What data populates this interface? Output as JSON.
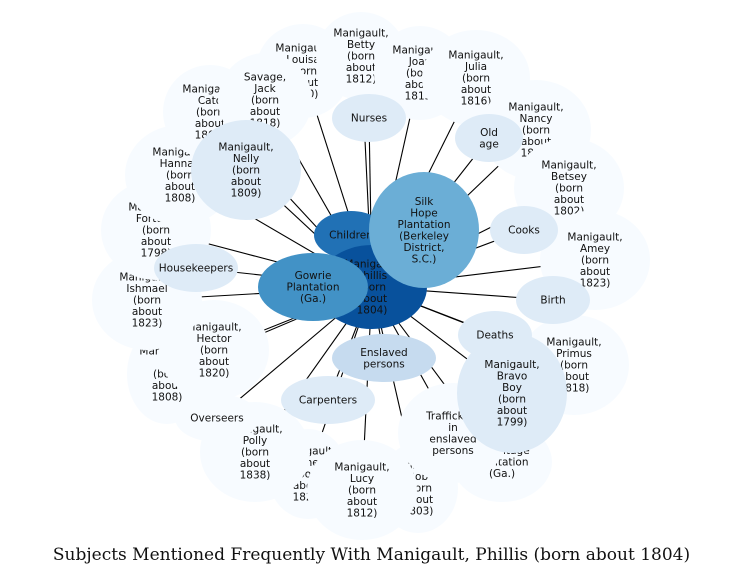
{
  "title": "Subjects Mentioned Frequently With Manigault, Phillis (born about 1804)",
  "colors": {
    "background": "#ffffff",
    "edge": "#000000",
    "outer": "#f7fbff",
    "light": "#deebf7",
    "mid": "#c6dbef",
    "strong": "#6baed6",
    "deep": "#4292c6",
    "focus": "#08519c"
  },
  "center": {
    "label": [
      "Manigault,",
      "Phillis",
      "(born",
      "about",
      "1804)"
    ]
  },
  "nodes": [
    {
      "id": "betty",
      "label": [
        "Manigault,",
        "Betty",
        "(born",
        "about",
        "1812)"
      ]
    },
    {
      "id": "louisa",
      "label": [
        "Manigault,",
        "Louisa",
        "(born",
        "about",
        "1810)"
      ]
    },
    {
      "id": "joan",
      "label": [
        "Manigault,",
        "Joan",
        "(born",
        "about",
        "1813)"
      ]
    },
    {
      "id": "julia",
      "label": [
        "Manigault,",
        "Julia",
        "(born",
        "about",
        "1816)"
      ]
    },
    {
      "id": "cato",
      "label": [
        "Manigault,",
        "Cato",
        "(born",
        "about",
        "1807)"
      ]
    },
    {
      "id": "jack",
      "label": [
        "Savage,",
        "Jack",
        "(born",
        "about",
        "1818)"
      ]
    },
    {
      "id": "nurses",
      "label": [
        "Nurses"
      ]
    },
    {
      "id": "nancy",
      "label": [
        "Manigault,",
        "Nancy",
        "(born",
        "about",
        "1817)"
      ]
    },
    {
      "id": "oldage",
      "label": [
        "Old",
        "age"
      ]
    },
    {
      "id": "hannah",
      "label": [
        "Manigault,",
        "Hannah",
        "(born",
        "about",
        "1808)"
      ]
    },
    {
      "id": "nelly",
      "label": [
        "Manigault,",
        "Nelly",
        "(born",
        "about",
        "1809)"
      ]
    },
    {
      "id": "betsey",
      "label": [
        "Manigault,",
        "Betsey",
        "(born",
        "about",
        "1802)"
      ]
    },
    {
      "id": "silkhope",
      "label": [
        "Silk",
        "Hope",
        "Plantation",
        "(Berkeley",
        "District,",
        "S.C.)"
      ]
    },
    {
      "id": "fortune",
      "label": [
        "Manigault,",
        "Fortune",
        "(born",
        "about",
        "1798)"
      ]
    },
    {
      "id": "children",
      "label": [
        "Children"
      ]
    },
    {
      "id": "cooks",
      "label": [
        "Cooks"
      ]
    },
    {
      "id": "amey",
      "label": [
        "Manigault,",
        "Amey",
        "(born",
        "about",
        "1823)"
      ]
    },
    {
      "id": "gowrie",
      "label": [
        "Gowrie",
        "Plantation",
        "(Ga.)"
      ]
    },
    {
      "id": "housekeepers",
      "label": [
        "Housekeepers"
      ]
    },
    {
      "id": "ishmael",
      "label": [
        "Manigault,",
        "Ishmael",
        "(born",
        "about",
        "1823)"
      ]
    },
    {
      "id": "birth",
      "label": [
        "Birth"
      ]
    },
    {
      "id": "hector",
      "label": [
        "Manigault,",
        "Hector",
        "(born",
        "about",
        "1820)"
      ]
    },
    {
      "id": "deaths",
      "label": [
        "Deaths"
      ]
    },
    {
      "id": "enslaved",
      "label": [
        "Enslaved",
        "persons"
      ]
    },
    {
      "id": "primus",
      "label": [
        "Manigault,",
        "Primus",
        "(born",
        "about",
        "1818)"
      ]
    },
    {
      "id": "b1808",
      "label": [
        "Manigault,",
        "B",
        "(born",
        "about",
        "1808)"
      ]
    },
    {
      "id": "bravoboy",
      "label": [
        "Manigault,",
        "Bravo",
        "Boy",
        "(born",
        "about",
        "1799)"
      ]
    },
    {
      "id": "carpenters",
      "label": [
        "Carpenters"
      ]
    },
    {
      "id": "overseers",
      "label": [
        "Overseers"
      ]
    },
    {
      "id": "trafficking",
      "label": [
        "Trafficking",
        "in",
        "enslaved",
        "persons"
      ]
    },
    {
      "id": "polly",
      "label": [
        "Manigault,",
        "Polly",
        "(born",
        "about",
        "1838)"
      ]
    },
    {
      "id": "hermitage",
      "label": [
        "Hermitage",
        "Plantation",
        "(Ga.)"
      ]
    },
    {
      "id": "lucy",
      "label": [
        "Manigault,",
        "Lucy",
        "(born",
        "about",
        "1812)"
      ]
    },
    {
      "id": "bob",
      "label": [
        "Manigault,",
        "Bob",
        "(born",
        "about",
        "1803)"
      ]
    },
    {
      "id": "agnes",
      "label": [
        "Manigault,",
        "Agnes",
        "(born",
        "about",
        "1822)"
      ]
    }
  ]
}
